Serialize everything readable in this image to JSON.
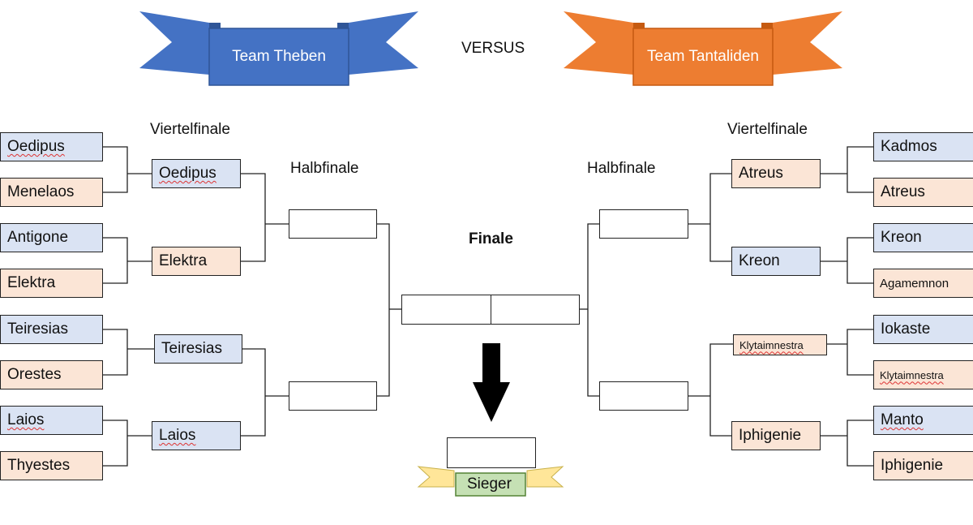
{
  "header": {
    "team_left": "Team Theben",
    "team_right": "Team Tantaliden",
    "versus": "VERSUS"
  },
  "colors": {
    "team_left": "#4472c4",
    "team_right": "#ed7d31",
    "winner_banner": "#ffe699",
    "winner_plate": "#c5e0b4",
    "blue_box": "#dae3f3",
    "peach_box": "#fbe5d6"
  },
  "rounds": {
    "left_quarter": "Viertelfinale",
    "left_semi": "Halbfinale",
    "final": "Finale",
    "right_semi": "Halbfinale",
    "right_quarter": "Viertelfinale"
  },
  "left": {
    "players": [
      "Oedipus",
      "Menelaos",
      "Antigone",
      "Elektra",
      "Teiresias",
      "Orestes",
      "Laios",
      "Thyestes"
    ],
    "quarter_winners": [
      "Oedipus",
      "Elektra",
      "Teiresias",
      "Laios"
    ],
    "semi_winners": [
      "",
      ""
    ]
  },
  "right": {
    "players": [
      "Kadmos",
      "Atreus",
      "Kreon",
      "Agamemnon",
      "Iokaste",
      "Klytaimnestra",
      "Manto",
      "Iphigenie"
    ],
    "quarter_winners": [
      "Atreus",
      "Kreon",
      "Klytaimnestra",
      "Iphigenie"
    ],
    "semi_winners": [
      "",
      ""
    ]
  },
  "final": {
    "left": "",
    "right": ""
  },
  "winner": {
    "label": "Sieger",
    "name": ""
  },
  "icons": {
    "arrow": "down-arrow-icon"
  }
}
